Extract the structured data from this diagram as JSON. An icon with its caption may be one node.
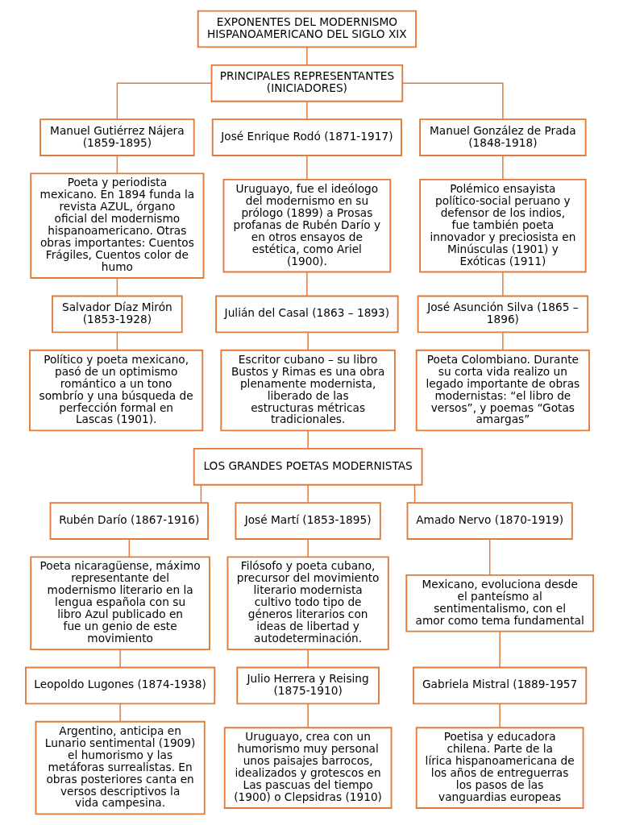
{
  "diagram": {
    "nodes": [
      {
        "text": [
          "EXPONENTES DEL MODERNISMO HISPANOAMERICANO DEL SIGLO XIX"
        ]
      },
      {
        "text": [
          "PRINCIPALES REPRESENTANTES (INICIADORES)"
        ]
      },
      {
        "text": [
          "Manuel Gutiérrez Nájera (1859-1895)"
        ]
      },
      {
        "text": [
          "José Enrique Rodó (1871-1917)"
        ]
      },
      {
        "text": [
          "Manuel González de Prada (1848-1918)"
        ]
      },
      {
        "text": [
          "Poeta y periodista mexicano. En 1894 funda la revista AZUL, órgano oficial del modernismo hispanoamericano. Otras obras importantes: Cuentos Frágiles, Cuentos color de humo"
        ]
      },
      {
        "text": [
          "Uruguayo, fue el ideólogo del modernismo en su prólogo (1899) a Prosas profanas de Rubén Darío y en otros ensayos de estética, como Ariel (1900)."
        ]
      },
      {
        "text": [
          "Polémico ensayista político-social peruano y defensor de los indios, fue también poeta innovador y preciosista en Minúsculas (1901) y Exóticas (1911)"
        ]
      },
      {
        "text": [
          "Salvador Díaz Mirón (1853-1928)"
        ]
      },
      {
        "text": [
          "Julián del Casal (1863 – 1893)"
        ]
      },
      {
        "text": [
          "José Asunción Silva (1865 – 1896)"
        ]
      },
      {
        "text": [
          "Político y poeta mexicano, pasó de un optimismo romántico a un tono sombrío y una búsqueda de perfección formal en Lascas (1901)."
        ]
      },
      {
        "text": [
          "Escritor cubano – su libro Bustos y Rimas es una obra plenamente modernista, liberado de las estructuras métricas tradicionales."
        ]
      },
      {
        "text": [
          "Poeta Colombiano. Durante su corta vida realizo un legado importante de obras modernistas: “el libro de versos”, y poemas “Gotas amargas”"
        ]
      },
      {
        "text": [
          "LOS GRANDES POETAS MODERNISTAS"
        ]
      },
      {
        "text": [
          "Rubén Darío (1867-1916)"
        ]
      },
      {
        "text": [
          "José Martí (1853-1895)"
        ]
      },
      {
        "text": [
          "Amado Nervo (1870-1919)"
        ]
      },
      {
        "text": [
          "Poeta nicaragüense, máximo representante del modernismo literario en la lengua española con su libro Azul publicado en fue un genio de este movimiento"
        ]
      },
      {
        "text": [
          "Filósofo y poeta cubano, precursor del movimiento literario modernista cultivo todo tipo de géneros literarios con ideas de libertad y autodeterminación."
        ]
      },
      {
        "text": [
          "Mexicano, evoluciona desde el panteísmo al sentimentalismo, con el amor como tema fundamental"
        ]
      },
      {
        "text": [
          "Leopoldo Lugones (1874-1938)"
        ]
      },
      {
        "text": [
          "Julio Herrera y Reising (1875-1910)"
        ]
      },
      {
        "text": [
          "Gabriela Mistral (1889-1957"
        ]
      },
      {
        "text": [
          "Argentino, anticipa en Lunario sentimental (1909) el humorismo y las metáforas surrealistas. En obras posteriores canta en versos descriptivos la vida campesina."
        ]
      },
      {
        "text": [
          "Uruguayo, crea con un humorismo muy personal unos paisajes barrocos, idealizados y grotescos en Las pascuas del tiempo (1900) o Clepsidras (1910)"
        ]
      },
      {
        "text": [
          "Poetisa y educadora chilena. Parte de la lírica hispanoamericana de los años de entreguerras los pasos de las vanguardias europeas"
        ]
      }
    ],
    "edges": [
      {
        "from": 0,
        "to": 1,
        "arrow": "none"
      },
      {
        "from": 1,
        "to": 2,
        "arrow": "none"
      },
      {
        "from": 1,
        "to": 3,
        "arrow": "none"
      },
      {
        "from": 1,
        "to": 4,
        "arrow": "none"
      },
      {
        "from": 2,
        "to": 5,
        "arrow": "none"
      },
      {
        "from": 3,
        "to": 6,
        "arrow": "none"
      },
      {
        "from": 4,
        "to": 7,
        "arrow": "none"
      },
      {
        "from": 5,
        "to": 8,
        "arrow": "none"
      },
      {
        "from": 6,
        "to": 9,
        "arrow": "none"
      },
      {
        "from": 7,
        "to": 10,
        "arrow": "none"
      },
      {
        "from": 8,
        "to": 11,
        "arrow": "none"
      },
      {
        "from": 9,
        "to": 12,
        "arrow": "none"
      },
      {
        "from": 10,
        "to": 13,
        "arrow": "none"
      },
      {
        "from": 12,
        "to": 14,
        "arrow": "none"
      },
      {
        "from": 14,
        "to": 15,
        "arrow": "none"
      },
      {
        "from": 14,
        "to": 16,
        "arrow": "none"
      },
      {
        "from": 14,
        "to": 17,
        "arrow": "none"
      },
      {
        "from": 15,
        "to": 18,
        "arrow": "none"
      },
      {
        "from": 16,
        "to": 19,
        "arrow": "none"
      },
      {
        "from": 17,
        "to": 20,
        "arrow": "none"
      },
      {
        "from": 18,
        "to": 21,
        "arrow": "none"
      },
      {
        "from": 19,
        "to": 22,
        "arrow": "none"
      },
      {
        "from": 20,
        "to": 23,
        "arrow": "none"
      },
      {
        "from": 21,
        "to": 24,
        "arrow": "none"
      },
      {
        "from": 22,
        "to": 25,
        "arrow": "none"
      },
      {
        "from": 23,
        "to": 26,
        "arrow": "none"
      }
    ]
  }
}
